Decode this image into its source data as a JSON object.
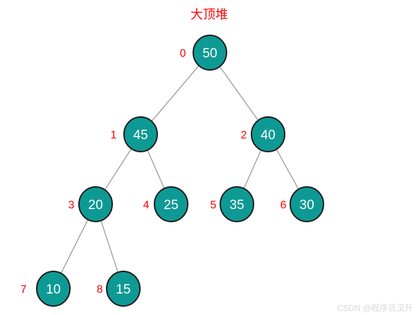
{
  "title": "大顶堆",
  "watermark": "CSDN @程序员汉升",
  "colors": {
    "node_fill": "#0E9A94",
    "node_border": "#1C1C1C",
    "edge": "#808080",
    "index_label": "#FF0000",
    "node_text": "#FFFFFF",
    "title": "#FF0000",
    "watermark": "#D9D9D9"
  },
  "tree": {
    "type": "max-heap binary tree",
    "nodes": [
      {
        "index": "0",
        "value": "50"
      },
      {
        "index": "1",
        "value": "45"
      },
      {
        "index": "2",
        "value": "40"
      },
      {
        "index": "3",
        "value": "20"
      },
      {
        "index": "4",
        "value": "25"
      },
      {
        "index": "5",
        "value": "35"
      },
      {
        "index": "6",
        "value": "30"
      },
      {
        "index": "7",
        "value": "10"
      },
      {
        "index": "8",
        "value": "15"
      }
    ],
    "edges": [
      [
        0,
        1
      ],
      [
        0,
        2
      ],
      [
        1,
        3
      ],
      [
        1,
        4
      ],
      [
        2,
        5
      ],
      [
        2,
        6
      ],
      [
        3,
        7
      ],
      [
        3,
        8
      ]
    ]
  }
}
